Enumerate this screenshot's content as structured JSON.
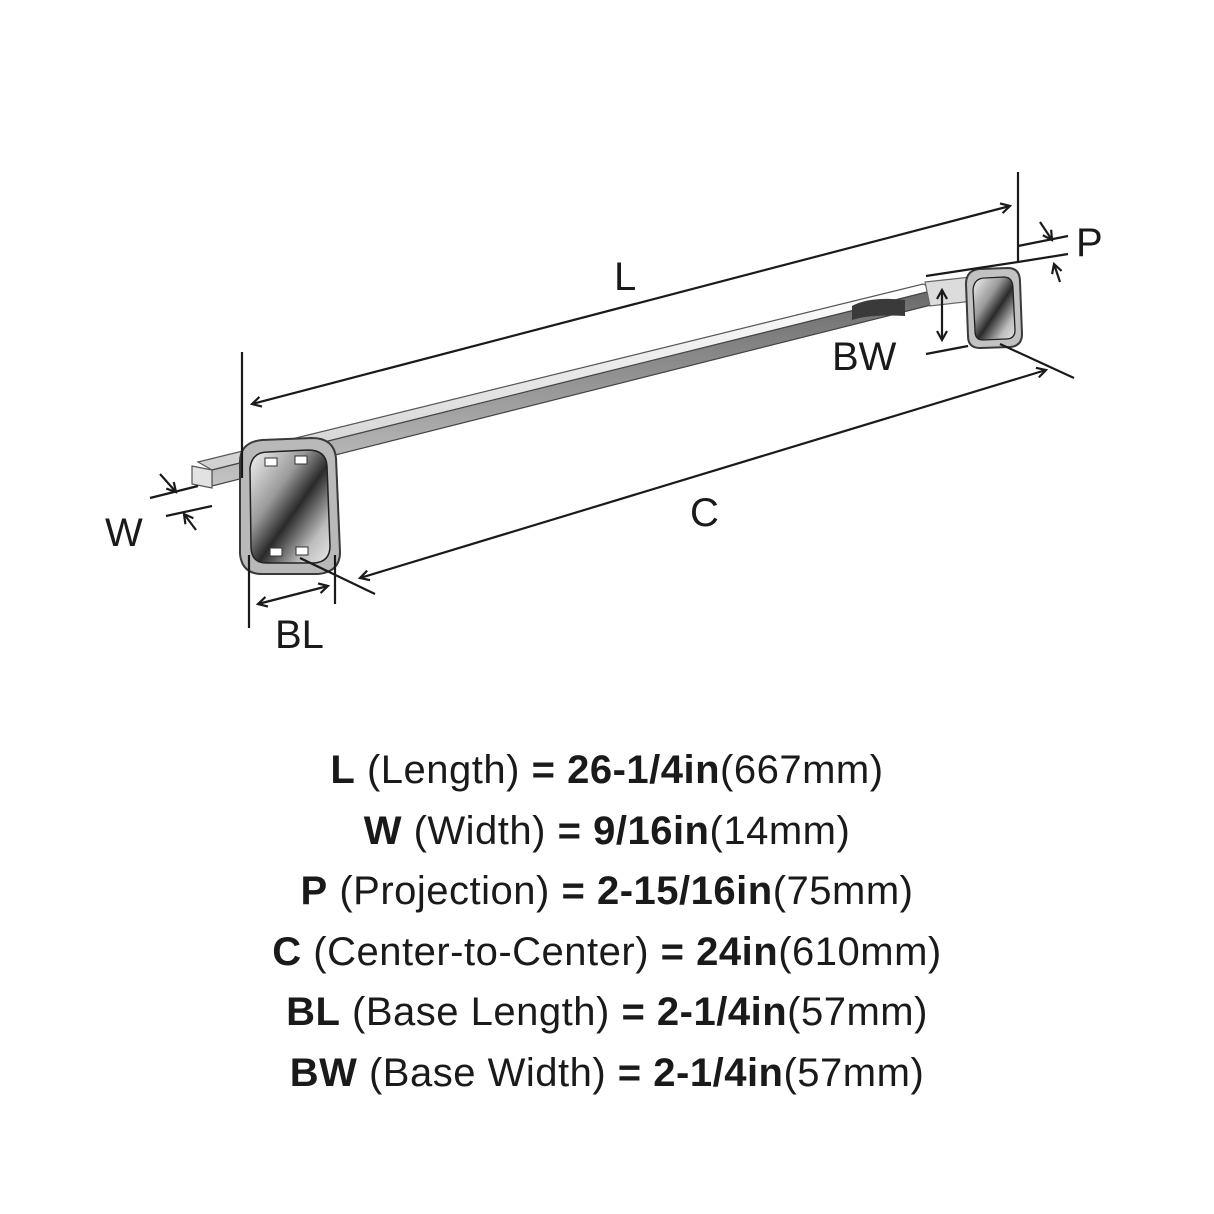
{
  "diagram": {
    "labels": {
      "L": "L",
      "C": "C",
      "W": "W",
      "P": "P",
      "BL": "BL",
      "BW": "BW"
    }
  },
  "specs": [
    {
      "code": "L",
      "name": "(Length)",
      "eq": "=",
      "imperial": "26-1/4in",
      "metric": "(667mm)"
    },
    {
      "code": "W",
      "name": "(Width)",
      "eq": "=",
      "imperial": "9/16in",
      "metric": "(14mm)"
    },
    {
      "code": "P",
      "name": "(Projection)",
      "eq": "=",
      "imperial": "2-15/16in",
      "metric": "(75mm)"
    },
    {
      "code": "C",
      "name": "(Center-to-Center)",
      "eq": "=",
      "imperial": "24in",
      "metric": "(610mm)"
    },
    {
      "code": "BL",
      "name": "(Base Length)",
      "eq": "=",
      "imperial": "2-1/4in",
      "metric": "(57mm)"
    },
    {
      "code": "BW",
      "name": "(Base Width)",
      "eq": "=",
      "imperial": "2-1/4in",
      "metric": "(57mm)"
    }
  ]
}
